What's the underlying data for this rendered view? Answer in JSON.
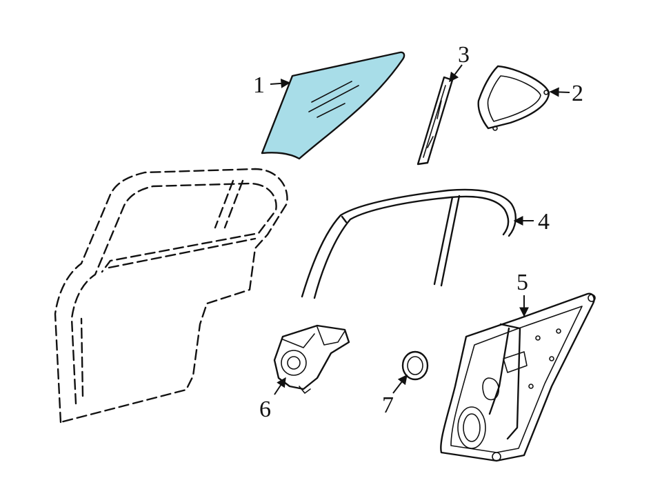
{
  "diagram": {
    "colors": {
      "line": "#111111",
      "background": "#ffffff",
      "glass_fill": "#a8dde8"
    },
    "callouts": [
      {
        "id": "1",
        "label": "1",
        "part_icon": "door-glass-icon"
      },
      {
        "id": "2",
        "label": "2",
        "part_icon": "quarter-glass-icon"
      },
      {
        "id": "3",
        "label": "3",
        "part_icon": "run-channel-icon"
      },
      {
        "id": "4",
        "label": "4",
        "part_icon": "glass-run-weatherstrip-icon"
      },
      {
        "id": "5",
        "label": "5",
        "part_icon": "regulator-panel-icon"
      },
      {
        "id": "6",
        "label": "6",
        "part_icon": "window-motor-icon"
      },
      {
        "id": "7",
        "label": "7",
        "part_icon": "grommet-icon"
      }
    ]
  }
}
